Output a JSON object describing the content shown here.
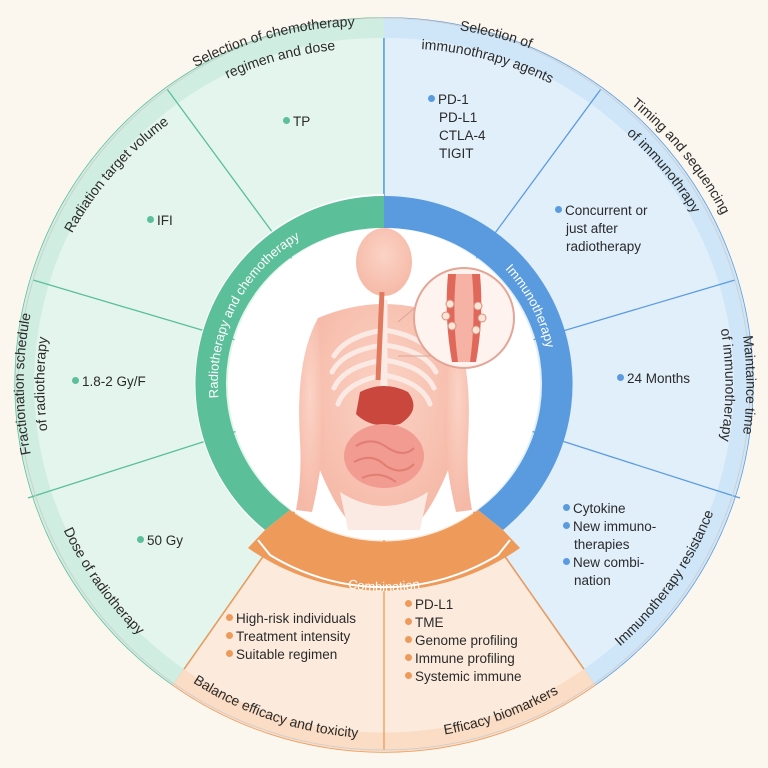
{
  "colors": {
    "green": "#5bbf9a",
    "blue": "#5a9be0",
    "orange": "#ee9a5a",
    "green_light": "#e4f5ee",
    "blue_light": "#e1effb",
    "orange_light": "#fcebdd"
  },
  "ring": {
    "left": "Radiotherapy and chemotherapy",
    "right": "Immunotherapy",
    "bottom": "Combination"
  },
  "outer_labels": {
    "chemo_regimen": "Selection of chemotherapy regimen and dose",
    "radiation_target": "Radiation target volume",
    "fractionation": "Fractionation schedule of radiotherapy",
    "dose_radiotherapy": "Dose of radiotherapy",
    "immuno_agents": "Selection of immunothrapy agents",
    "timing_sequencing": "Timing and sequencing of immunothrapy",
    "maintenance": "Maintaince time of immunotherapy",
    "resistance": "Immunotherapy resistance",
    "balance": "Balance efficacy and toxicity",
    "biomarkers": "Efficacy biomarkers"
  },
  "items": {
    "chemo": "TP",
    "target": "IFI",
    "fraction": "1.8-2 Gy/F",
    "dose": "50 Gy",
    "agents": [
      "PD-1",
      "PD-L1",
      "CTLA-4",
      "TIGIT"
    ],
    "timing": [
      "Concurrent or",
      "just after",
      "radiotherapy"
    ],
    "maintenance": "24 Months",
    "resistance": [
      "Cytokine",
      "New immuno-",
      "therapies",
      "New combi-",
      "nation"
    ],
    "balance": [
      "High-risk individuals",
      "Treatment intensity",
      "Suitable regimen"
    ],
    "biomarkers": [
      "PD-L1",
      "TME",
      "Genome profiling",
      "Immune profiling",
      "Systemic immune"
    ]
  }
}
